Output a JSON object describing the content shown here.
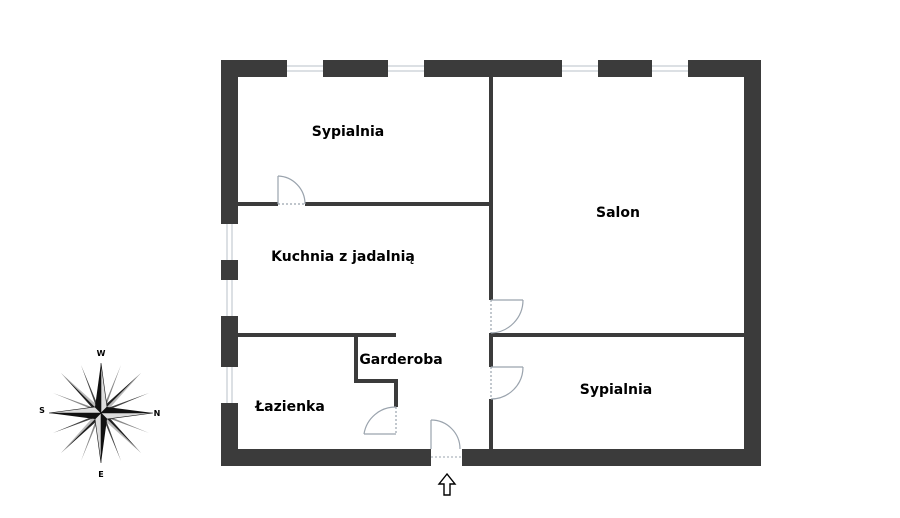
{
  "rooms": {
    "bedroom_1": "Sypialnia",
    "living_room": "Salon",
    "kitchen": "Kuchnia z jadalnią",
    "wardrobe": "Garderoba",
    "bathroom": "Łazienka",
    "bedroom_2": "Sypialnia"
  },
  "compass": {
    "north": "N",
    "south": "S",
    "east": "E",
    "west": "W"
  },
  "colors": {
    "wall": "#3b3b3b",
    "door": "#9aa3ad",
    "window": "#b8c0c8"
  },
  "icons": {
    "entrance": "arrow-up-icon",
    "compass": "compass-rose-icon"
  }
}
